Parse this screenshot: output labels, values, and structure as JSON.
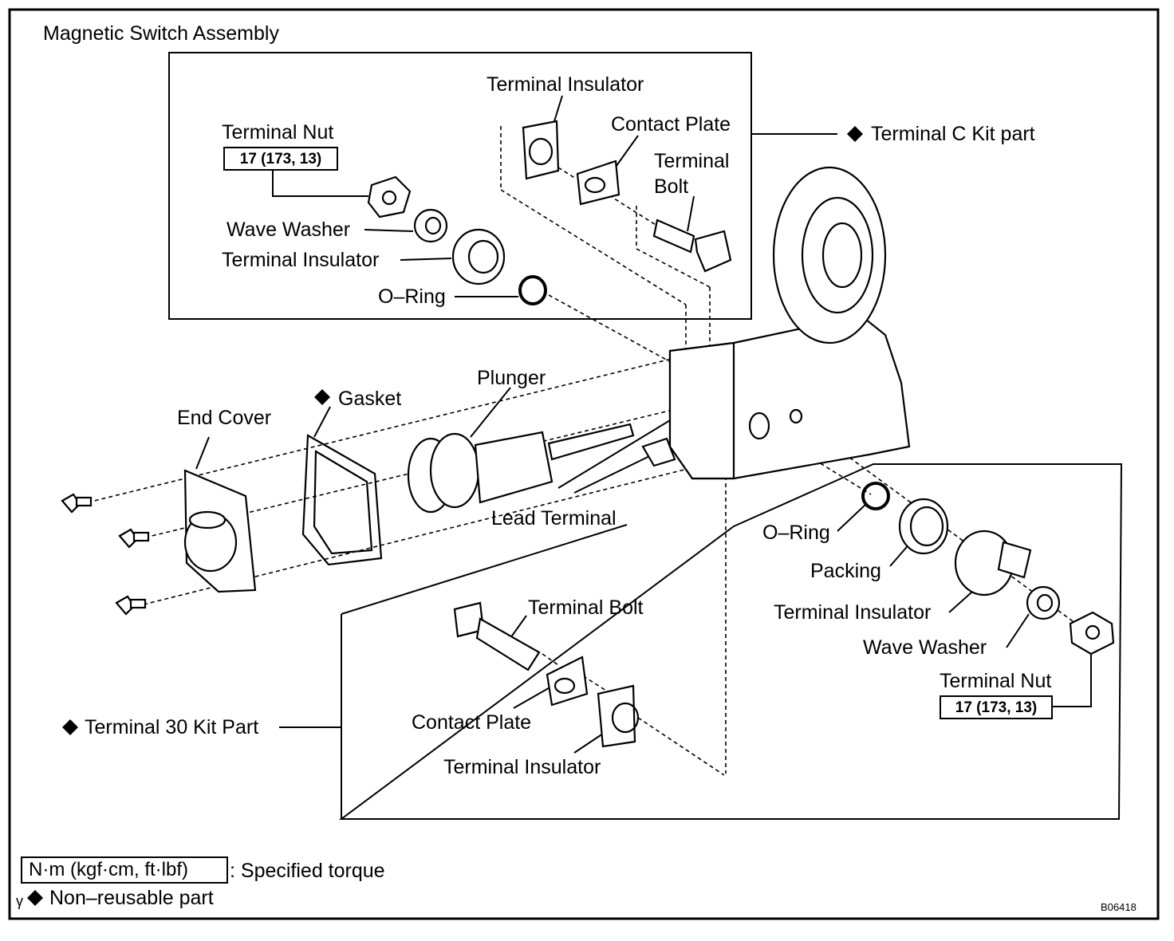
{
  "title": "Magnetic Switch Assembly",
  "figure_code": "B06418",
  "colors": {
    "ink": "#000000",
    "paper": "#ffffff"
  },
  "terminal_c_group": {
    "label": "Terminal C Kit  part",
    "marker_icon": "diamond-icon",
    "parts": {
      "terminal_nut": "Terminal Nut",
      "terminal_nut_torque": "17 (173, 13)",
      "wave_washer": "Wave Washer",
      "terminal_insulator_lower": "Terminal Insulator",
      "o_ring": "O–Ring",
      "terminal_insulator_upper": "Terminal Insulator",
      "contact_plate": "Contact Plate",
      "terminal_bolt_line1": "Terminal",
      "terminal_bolt_line2": "Bolt"
    }
  },
  "main_parts": {
    "end_cover": "End Cover",
    "gasket": "Gasket",
    "gasket_marker_icon": "diamond-icon",
    "plunger": "Plunger",
    "lead_terminal": "Lead Terminal"
  },
  "terminal_30_group": {
    "label": "Terminal 30 Kit Part",
    "marker_icon": "diamond-icon",
    "parts": {
      "terminal_bolt": "Terminal Bolt",
      "contact_plate": "Contact Plate",
      "terminal_insulator": "Terminal Insulator",
      "o_ring": "O–Ring",
      "packing": "Packing",
      "terminal_insulator_right": "Terminal Insulator",
      "wave_washer": "Wave Washer",
      "terminal_nut": "Terminal Nut",
      "terminal_nut_torque": "17 (173, 13)"
    }
  },
  "legend": {
    "torque_unit": "N·m (kgf·cm, ft·lbf)",
    "torque_desc": ": Specified torque",
    "nonreusable_prefix": "γ",
    "nonreusable_desc": "Non–reusable part"
  }
}
